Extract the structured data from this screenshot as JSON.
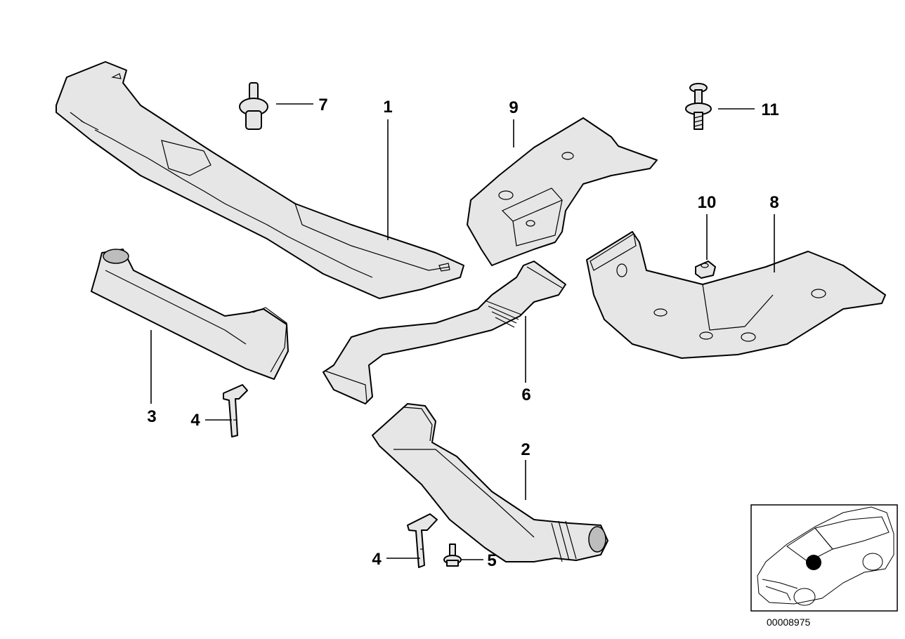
{
  "diagram": {
    "callouts": [
      {
        "id": "c1",
        "label": "1"
      },
      {
        "id": "c2",
        "label": "2"
      },
      {
        "id": "c3",
        "label": "3"
      },
      {
        "id": "c4a",
        "label": "4"
      },
      {
        "id": "c4b",
        "label": "4"
      },
      {
        "id": "c5",
        "label": "5"
      },
      {
        "id": "c6",
        "label": "6"
      },
      {
        "id": "c7",
        "label": "7"
      },
      {
        "id": "c8",
        "label": "8"
      },
      {
        "id": "c9",
        "label": "9"
      },
      {
        "id": "c10",
        "label": "10"
      },
      {
        "id": "c11",
        "label": "11"
      }
    ],
    "reference_number": "00008975"
  }
}
